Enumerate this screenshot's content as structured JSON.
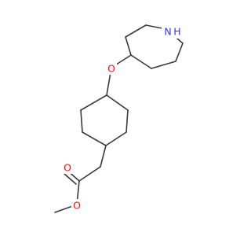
{
  "structure": {
    "atoms": {
      "N": {
        "label": "N",
        "color": "#3333ff"
      },
      "H": {
        "label": "H",
        "color": "#3333ff"
      },
      "O_ether": {
        "label": "O",
        "color": "#ff0d0d"
      },
      "O_carbonyl": {
        "label": "O",
        "color": "#ff0d0d"
      },
      "O_ester": {
        "label": "O",
        "color": "#ff0d0d"
      }
    },
    "bond_color": "#3a3a3a"
  }
}
